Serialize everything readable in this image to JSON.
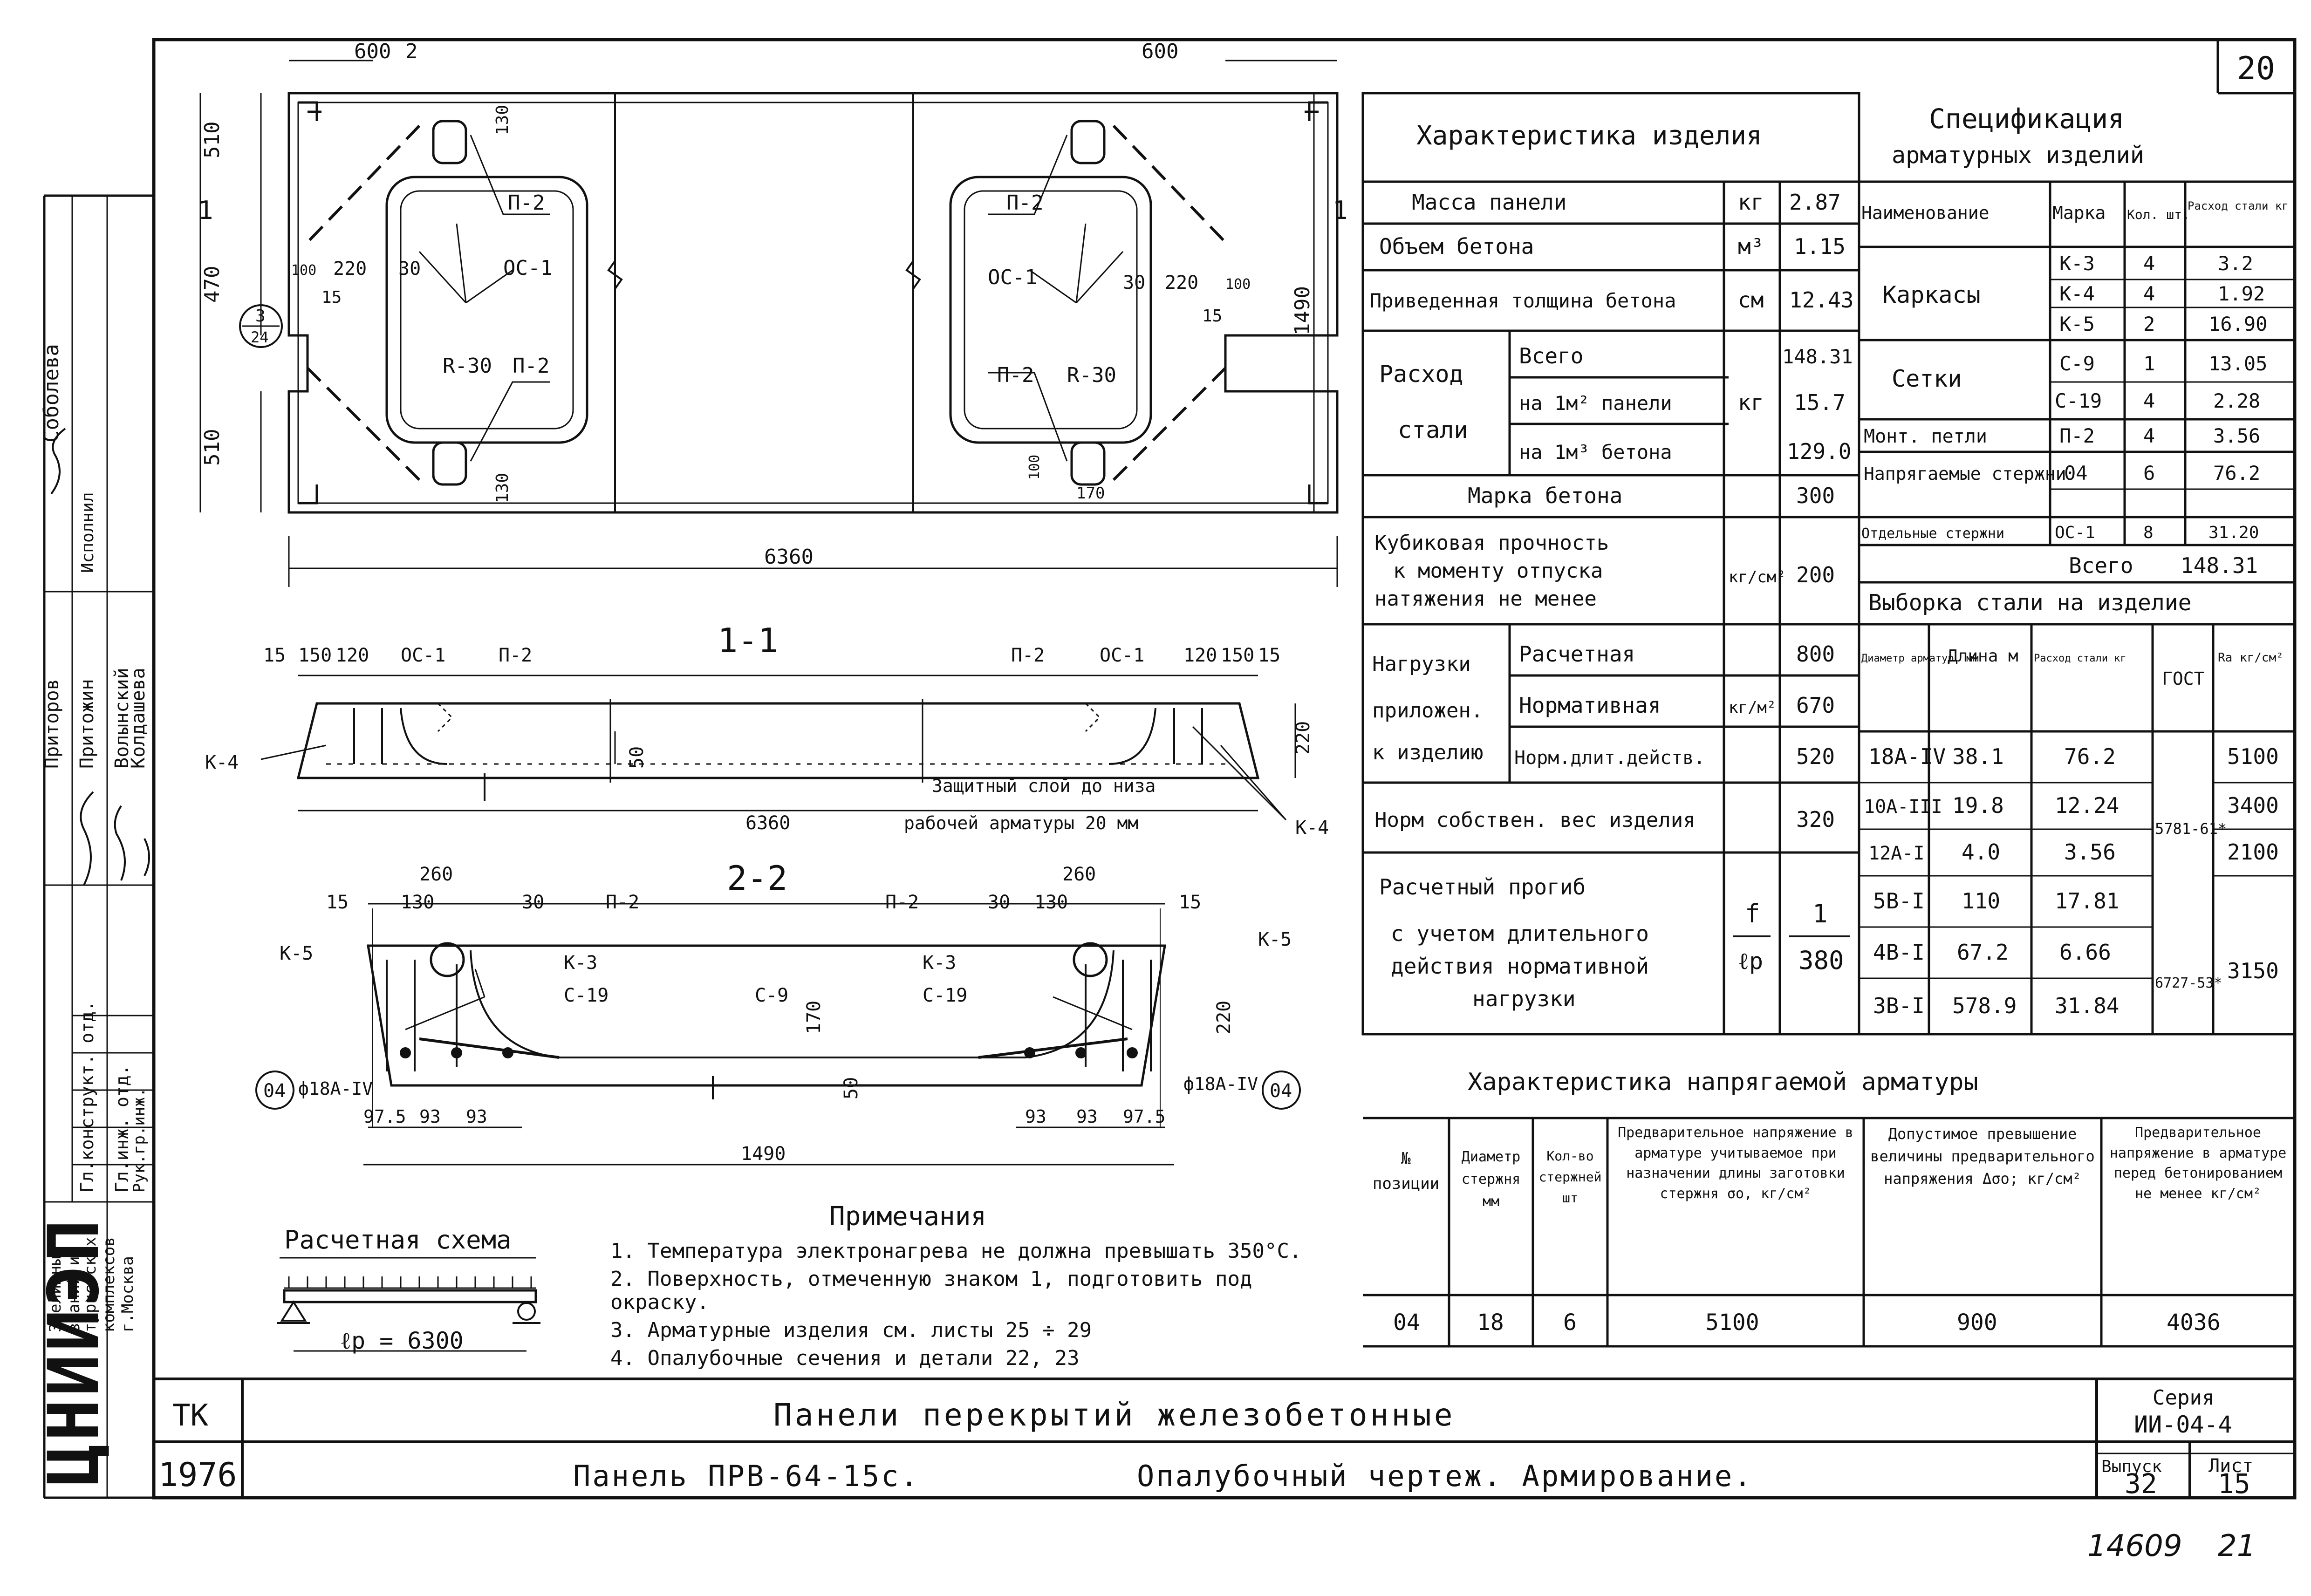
{
  "sheet": {
    "corner_number": "20",
    "bottom_stamp": [
      "14609",
      "21"
    ]
  },
  "title_block": {
    "tk": "ТК",
    "year": "1976",
    "title_main": "Панели перекрытий железобетонные",
    "title_sub": "Панель ПРВ-64-15с.",
    "title_sheet": "Опалубочный чертеж. Армирование.",
    "series_label": "Серия",
    "series_value": "ИИ-04-4",
    "issue_label": "Выпуск",
    "issue_value": "32",
    "sheet_label": "Лист",
    "sheet_value": "15",
    "org": "ЦНИИЭП",
    "org_lines": [
      "Зрелищных",
      "зданий и",
      "туристских",
      "комплексов",
      "г.Москва"
    ],
    "signatures": [
      {
        "role": "Гл.конструкт. отд.",
        "name": "Соболева"
      },
      {
        "role": "Гл.инж. отд.",
        "name": "Притожин"
      },
      {
        "role": "Гл.инж.пр-та",
        "name": "Волынский"
      },
      {
        "role": "Рук.гр.инж.",
        "name": "Приторов"
      },
      {
        "role": "Исполнил",
        "name": "Колдашева"
      }
    ]
  },
  "plan_view": {
    "dims": {
      "top_left": "600",
      "top_right": "600",
      "section_mark": "2",
      "left_510_top": "510",
      "left_470": "470",
      "left_510_bottom": "510",
      "length": "6360",
      "width": "1490",
      "d130_top": "130",
      "d130_bottom": "130",
      "d100_left": "100",
      "d100_right": "100",
      "d220_left": "220",
      "d30_left": "30",
      "d15_left": "15",
      "d220_right": "220",
      "d30_right": "30",
      "d15_right": "15",
      "d100_bottom": "100",
      "d170_bottom": "170",
      "cut_marker_left": "1",
      "cut_marker_right": "1",
      "detail_circle_top": "3",
      "detail_circle_bottom": "24"
    },
    "labels": [
      "П-2",
      "ОС-1",
      "R-30",
      "П-2",
      "П-2",
      "ОС-1",
      "П-2",
      "R-30"
    ]
  },
  "section_1_1": {
    "title": "1-1",
    "dims": [
      "15",
      "150",
      "120",
      "ОС-1",
      "П-2",
      "П-2",
      "ОС-1",
      "120",
      "150",
      "15",
      "50",
      "220",
      "6360"
    ],
    "left_label": "К-4",
    "right_label": "К-4",
    "note_line1": "Защитный слой до низа",
    "note_line2": "рабочей арматуры 20 мм"
  },
  "section_2_2": {
    "title": "2-2",
    "dims": {
      "top_left": "260",
      "top_right": "260",
      "d130_l": "130",
      "d130_r": "130",
      "d15_l": "15",
      "d15_r": "15",
      "d30_l": "30",
      "d30_r": "30",
      "d170": "170",
      "d220": "220",
      "d50": "50",
      "bottom_left": [
        "97.5",
        "93",
        "93"
      ],
      "bottom_right": [
        "93",
        "93",
        "97.5"
      ],
      "width": "1490"
    },
    "labels": {
      "k5_left": "К-5",
      "k5_right": "К-5",
      "p2_left": "П-2",
      "p2_right": "П-2",
      "k3_left": "К-3",
      "k3_right": "К-3",
      "c19_left": "С-19",
      "c19_right": "С-19",
      "c9": "С-9",
      "rebar_left": "ф18А-IV",
      "rebar_right": "ф18А-IV",
      "pos_left": "04",
      "pos_right": "04"
    }
  },
  "calc_scheme": {
    "title": "Расчетная схема",
    "span": "ℓр = 6300"
  },
  "notes": {
    "title": "Примечания",
    "items": [
      "1. Температура электронагрева не должна превышать 350°С.",
      "2. Поверхность, отмеченную знаком 1, подготовить под",
      "    окраску.",
      "3. Арматурные изделия см. листы 25 ÷ 29",
      "4. Опалубочные сечения и детали 22, 23"
    ]
  },
  "characteristics": {
    "title": "Характеристика изделия",
    "rows": [
      {
        "name": "Масса панели",
        "unit": "кг",
        "value": "2.87"
      },
      {
        "name": "Объем бетона",
        "unit": "м³",
        "value": "1.15"
      },
      {
        "name": "Приведенная толщина бетона",
        "unit": "см",
        "value": "12.43"
      }
    ],
    "steel": {
      "label1": "Расход",
      "label2": "стали",
      "rows": [
        {
          "name": "Всего",
          "value": "148.31"
        },
        {
          "name": "на 1м² панели",
          "value": "15.7"
        },
        {
          "name": "на 1м³ бетона",
          "value": "129.0"
        }
      ],
      "unit": "кг"
    },
    "concrete_grade": {
      "name": "Марка бетона",
      "value": "300"
    },
    "cube_strength": {
      "lines": [
        "Кубиковая прочность",
        "к моменту отпуска",
        "натяжения не менее"
      ],
      "unit": "кг/см²",
      "value": "200"
    },
    "loads": {
      "label": [
        "Нагрузки",
        "приложен.",
        "к изделию"
      ],
      "unit": "кг/м²",
      "rows": [
        {
          "name": "Расчетная",
          "value": "800"
        },
        {
          "name": "Нормативная",
          "value": "670"
        },
        {
          "name": "Норм.длит.действ.",
          "value": "520"
        }
      ]
    },
    "self_weight": {
      "name": "Норм собствен. вес изделия",
      "value": "320"
    },
    "deflection": {
      "lines": [
        "Расчетный прогиб",
        "с учетом длительного",
        "действия нормативной",
        "нагрузки"
      ],
      "unit_top": "f",
      "unit_bottom": "ℓр",
      "value_top": "1",
      "value_bottom": "380"
    }
  },
  "specification": {
    "title1": "Спецификация",
    "title2": "арматурных изделий",
    "headers": [
      "Наименование",
      "Марка",
      "Кол. шт.",
      "Расход стали кг"
    ],
    "groups": [
      {
        "name": "Каркасы",
        "rows": [
          [
            "К-3",
            "4",
            "3.2"
          ],
          [
            "К-4",
            "4",
            "1.92"
          ],
          [
            "К-5",
            "2",
            "16.90"
          ]
        ]
      },
      {
        "name": "Сетки",
        "rows": [
          [
            "С-9",
            "1",
            "13.05"
          ],
          [
            "С-19",
            "4",
            "2.28"
          ]
        ]
      },
      {
        "name": "Монт. петли",
        "rows": [
          [
            "П-2",
            "4",
            "3.56"
          ]
        ]
      },
      {
        "name": "Напрягаемые стержни",
        "rows": [
          [
            "04",
            "6",
            "76.2"
          ]
        ]
      },
      {
        "name": "Отдельные стержни",
        "rows": [
          [
            "ОС-1",
            "8",
            "31.20"
          ]
        ]
      }
    ],
    "total_label": "Всего",
    "total_value": "148.31"
  },
  "steel_selection": {
    "title": "Выборка стали на изделие",
    "headers": [
      "Диаметр арматур. мм",
      "Длина м",
      "Расход стали кг",
      "ГОСТ",
      "Rа кг/см²"
    ],
    "rows": [
      [
        "18А-IV",
        "38.1",
        "76.2",
        "",
        "5100"
      ],
      [
        "10А-III",
        "19.8",
        "12.24",
        "",
        "3400"
      ],
      [
        "12А-I",
        "4.0",
        "3.56",
        "",
        "2100"
      ],
      [
        "5В-I",
        "110",
        "17.81",
        "",
        ""
      ],
      [
        "4В-I",
        "67.2",
        "6.66",
        "",
        "3150"
      ],
      [
        "3В-I",
        "578.9",
        "31.84",
        "",
        ""
      ]
    ],
    "gost1": "5781-61*",
    "gost2": "6727-53*"
  },
  "prestress": {
    "title": "Характеристика напрягаемой арматуры",
    "headers": [
      "№ позиции",
      "Диаметр стержня мм",
      "Кол-во стержней шт",
      "Предварительное напряжение в арматуре учитываемое при назначении длины заготовки стержня σо, кг/см²",
      "Допустимое превышение величины предварительного напряжения Δσо; кг/см²",
      "Предварительное напряжение в арматуре перед бетонированием не менее кг/см²"
    ],
    "row": [
      "04",
      "18",
      "6",
      "5100",
      "900",
      "4036"
    ]
  }
}
